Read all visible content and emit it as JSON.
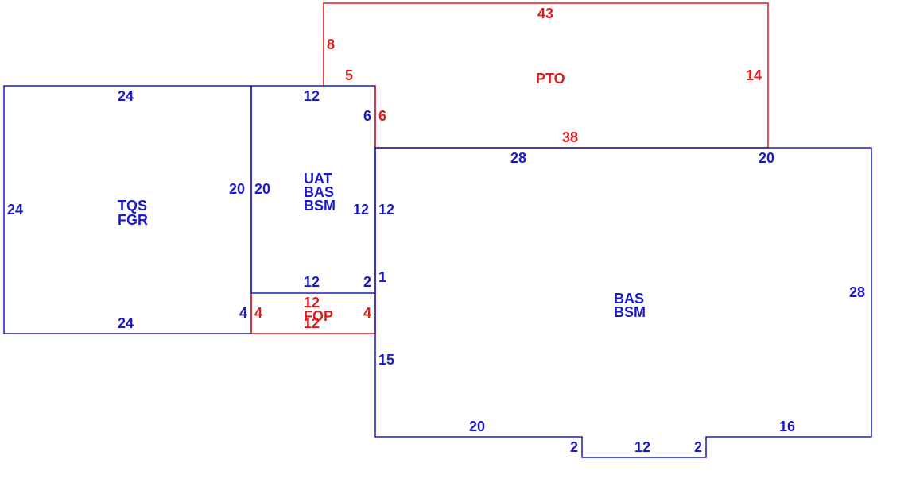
{
  "colors": {
    "living": "#1a1acc",
    "porch": "#e01b1b"
  },
  "areas": {
    "tqs": [
      "TQS",
      "FGR"
    ],
    "uat": [
      "UAT",
      "BAS",
      "BSM"
    ],
    "main": [
      "BAS",
      "BSM"
    ],
    "pto": [
      "PTO"
    ],
    "fop": [
      "FOP"
    ]
  },
  "dimensions": {
    "tqs_top": "24",
    "tqs_left": "24",
    "tqs_right": "20",
    "tqs_bottom": "24",
    "tqs_lower_right": "4",
    "uat_top": "12",
    "uat_left": "20",
    "uat_right": "12",
    "uat_upper_right": "6",
    "uat_bottom": "12",
    "uat_bottom_right": "2",
    "fop_top": "12",
    "fop_bottom": "12",
    "fop_left": "4",
    "fop_right": "4",
    "pto_top": "43",
    "pto_left": "8",
    "pto_step_top": "5",
    "pto_step_right": "6",
    "pto_right": "14",
    "pto_bottom": "38",
    "main_top_left": "28",
    "main_top_right": "20",
    "main_left": "12",
    "main_left_small": "1",
    "main_left_lower": "15",
    "main_right": "28",
    "main_bottom_left": "20",
    "main_bottom_right": "16",
    "notch_left": "2",
    "notch_bottom": "12",
    "notch_right": "2"
  }
}
